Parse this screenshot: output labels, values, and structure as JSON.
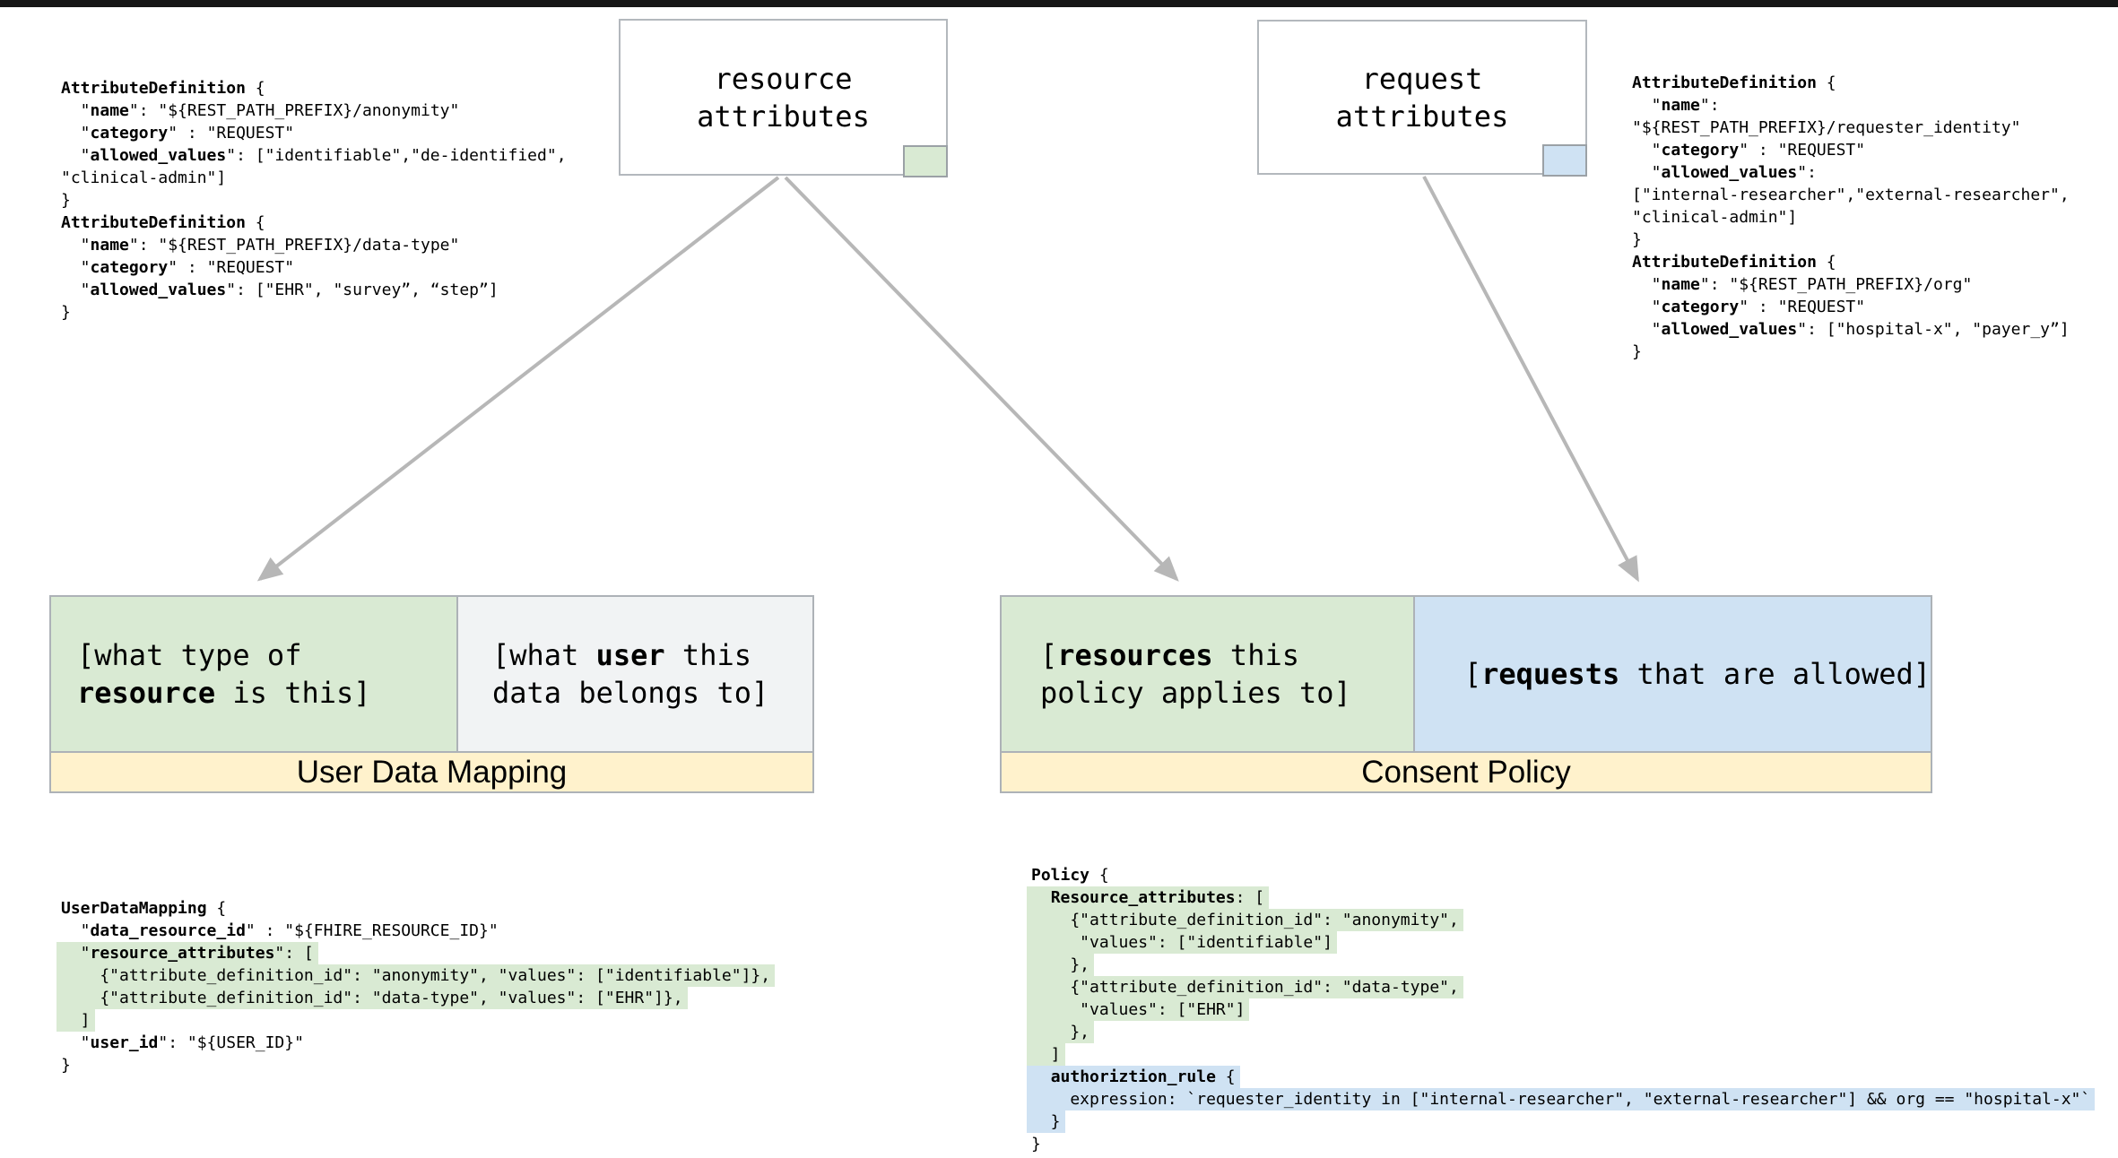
{
  "colors": {
    "top_bar": "#161616",
    "border": "#b3b8bd",
    "arrow": "#b7b7b7",
    "green": "#d9ead3",
    "blue": "#cfe2f3",
    "yellow_band": "#fff2cc",
    "gray_cell": "#f1f3f4"
  },
  "header_boxes": {
    "resource": {
      "line1": "resource",
      "line2": "attributes",
      "swatch": "green-swatch"
    },
    "request": {
      "line1": "request",
      "line2": "attributes",
      "swatch": "blue-swatch"
    }
  },
  "mapping_box": {
    "title": "User Data Mapping",
    "left_cell": {
      "lines": [
        {
          "seg": [
            [
              0,
              "[what type of"
            ]
          ]
        },
        {
          "seg": [
            [
              1,
              "resource"
            ],
            [
              0,
              " is this]"
            ]
          ]
        }
      ]
    },
    "right_cell": {
      "lines": [
        {
          "seg": [
            [
              0,
              "[what "
            ],
            [
              1,
              "user"
            ],
            [
              0,
              " this"
            ]
          ]
        },
        {
          "seg": [
            [
              0,
              "data belongs to]"
            ]
          ]
        }
      ]
    }
  },
  "policy_box": {
    "title": "Consent Policy",
    "left_cell": {
      "lines": [
        {
          "seg": [
            [
              0,
              "["
            ],
            [
              1,
              "resources"
            ],
            [
              0,
              " this"
            ]
          ]
        },
        {
          "seg": [
            [
              0,
              "policy applies to]"
            ]
          ]
        }
      ]
    },
    "right_cell": {
      "lines": [
        {
          "seg": [
            [
              0,
              "["
            ],
            [
              1,
              "requests"
            ],
            [
              0,
              " that are allowed]"
            ]
          ]
        }
      ]
    }
  },
  "code_blocks": {
    "attr_left": {
      "lines": [
        {
          "seg": [
            [
              1,
              "AttributeDefinition"
            ],
            [
              0,
              " {"
            ]
          ]
        },
        {
          "seg": [
            [
              0,
              "  \""
            ],
            [
              1,
              "name"
            ],
            [
              0,
              "\": \"${REST_PATH_PREFIX}/anonymity\""
            ]
          ]
        },
        {
          "seg": [
            [
              0,
              "  \""
            ],
            [
              1,
              "category"
            ],
            [
              0,
              "\" : \"REQUEST\""
            ]
          ]
        },
        {
          "seg": [
            [
              0,
              "  \""
            ],
            [
              1,
              "allowed_values"
            ],
            [
              0,
              "\": [\"identifiable\",\"de-identified\","
            ]
          ]
        },
        {
          "seg": [
            [
              0,
              "\"clinical-admin\"]"
            ]
          ]
        },
        {
          "seg": [
            [
              0,
              "}"
            ]
          ]
        },
        {
          "seg": [
            [
              1,
              "AttributeDefinition"
            ],
            [
              0,
              " {"
            ]
          ]
        },
        {
          "seg": [
            [
              0,
              "  \""
            ],
            [
              1,
              "name"
            ],
            [
              0,
              "\": \"${REST_PATH_PREFIX}/data-type\""
            ]
          ]
        },
        {
          "seg": [
            [
              0,
              "  \""
            ],
            [
              1,
              "category"
            ],
            [
              0,
              "\" : \"REQUEST\""
            ]
          ]
        },
        {
          "seg": [
            [
              0,
              "  \""
            ],
            [
              1,
              "allowed_values"
            ],
            [
              0,
              "\": [\"EHR\", \"survey”, “step”]"
            ]
          ]
        },
        {
          "seg": [
            [
              0,
              "}"
            ]
          ]
        }
      ]
    },
    "attr_right": {
      "lines": [
        {
          "seg": [
            [
              1,
              "AttributeDefinition"
            ],
            [
              0,
              " {"
            ]
          ]
        },
        {
          "seg": [
            [
              0,
              "  \""
            ],
            [
              1,
              "name"
            ],
            [
              0,
              "\":"
            ]
          ]
        },
        {
          "seg": [
            [
              0,
              "\"${REST_PATH_PREFIX}/requester_identity\""
            ]
          ]
        },
        {
          "seg": [
            [
              0,
              "  \""
            ],
            [
              1,
              "category"
            ],
            [
              0,
              "\" : \"REQUEST\""
            ]
          ]
        },
        {
          "seg": [
            [
              0,
              "  \""
            ],
            [
              1,
              "allowed_values"
            ],
            [
              0,
              "\":"
            ]
          ]
        },
        {
          "seg": [
            [
              0,
              "[\"internal-researcher\",\"external-researcher\","
            ]
          ]
        },
        {
          "seg": [
            [
              0,
              "\"clinical-admin\"]"
            ]
          ]
        },
        {
          "seg": [
            [
              0,
              "}"
            ]
          ]
        },
        {
          "seg": [
            [
              1,
              "AttributeDefinition"
            ],
            [
              0,
              " {"
            ]
          ]
        },
        {
          "seg": [
            [
              0,
              "  \""
            ],
            [
              1,
              "name"
            ],
            [
              0,
              "\": \"${REST_PATH_PREFIX}/org\""
            ]
          ]
        },
        {
          "seg": [
            [
              0,
              "  \""
            ],
            [
              1,
              "category"
            ],
            [
              0,
              "\" : \"REQUEST\""
            ]
          ]
        },
        {
          "seg": [
            [
              0,
              "  \""
            ],
            [
              1,
              "allowed_values"
            ],
            [
              0,
              "\": [\"hospital-x\", \"payer_y”]"
            ]
          ]
        },
        {
          "seg": [
            [
              0,
              "}"
            ]
          ]
        }
      ]
    },
    "udm": {
      "lines": [
        {
          "seg": [
            [
              1,
              "UserDataMapping"
            ],
            [
              0,
              " {"
            ]
          ]
        },
        {
          "seg": [
            [
              0,
              "  \""
            ],
            [
              1,
              "data_resource_id"
            ],
            [
              0,
              "\" : \"${FHIRE_RESOURCE_ID}\""
            ]
          ]
        },
        {
          "hl": "green",
          "seg": [
            [
              0,
              "  \""
            ],
            [
              1,
              "resource_attributes"
            ],
            [
              0,
              "\": ["
            ]
          ]
        },
        {
          "hl": "green",
          "seg": [
            [
              0,
              "    {\"attribute_definition_id\": \"anonymity\", \"values\": [\"identifiable\"]},"
            ]
          ]
        },
        {
          "hl": "green",
          "seg": [
            [
              0,
              "    {\"attribute_definition_id\": \"data-type\", \"values\": [\"EHR\"]},"
            ]
          ]
        },
        {
          "hl": "green",
          "seg": [
            [
              0,
              "  ]"
            ]
          ]
        },
        {
          "seg": [
            [
              0,
              "  \""
            ],
            [
              1,
              "user_id"
            ],
            [
              0,
              "\": \"${USER_ID}\""
            ]
          ]
        },
        {
          "seg": [
            [
              0,
              "}"
            ]
          ]
        }
      ]
    },
    "policy": {
      "lines": [
        {
          "seg": [
            [
              1,
              "Policy"
            ],
            [
              0,
              " {"
            ]
          ]
        },
        {
          "hl": "green",
          "seg": [
            [
              0,
              "  "
            ],
            [
              1,
              "Resource_attributes"
            ],
            [
              0,
              ": ["
            ]
          ]
        },
        {
          "hl": "green",
          "seg": [
            [
              0,
              "    {\"attribute_definition_id\": \"anonymity\","
            ]
          ]
        },
        {
          "hl": "green",
          "seg": [
            [
              0,
              "     \"values\": [\"identifiable\"]"
            ]
          ]
        },
        {
          "hl": "green",
          "seg": [
            [
              0,
              "    },"
            ]
          ]
        },
        {
          "hl": "green",
          "seg": [
            [
              0,
              "    {\"attribute_definition_id\": \"data-type\","
            ]
          ]
        },
        {
          "hl": "green",
          "seg": [
            [
              0,
              "     \"values\": [\"EHR\"]"
            ]
          ]
        },
        {
          "hl": "green",
          "seg": [
            [
              0,
              "    },"
            ]
          ]
        },
        {
          "hl": "green",
          "seg": [
            [
              0,
              "  ]"
            ]
          ]
        },
        {
          "hl": "blue",
          "seg": [
            [
              0,
              "  "
            ],
            [
              1,
              "authoriztion_rule"
            ],
            [
              0,
              " {"
            ]
          ]
        },
        {
          "hl": "blue",
          "seg": [
            [
              0,
              "    expression: `requester_identity in [\"internal-researcher\", \"external-researcher\"] && org == \"hospital-x\"`"
            ]
          ]
        },
        {
          "hl": "blue",
          "seg": [
            [
              0,
              "  }"
            ]
          ]
        },
        {
          "seg": [
            [
              0,
              "}"
            ]
          ]
        }
      ]
    }
  }
}
